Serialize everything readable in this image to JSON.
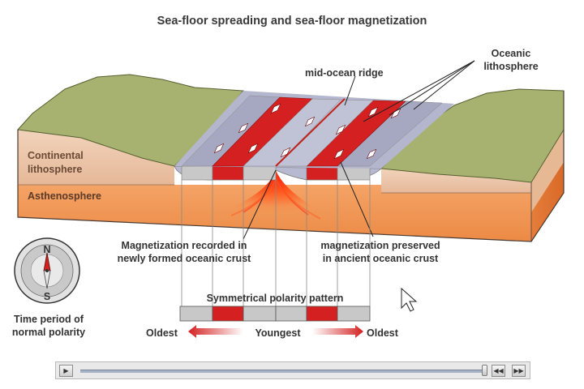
{
  "title": "Sea-floor spreading and sea-floor magnetization",
  "labels": {
    "mid_ocean_ridge": "mid-ocean ridge",
    "oceanic_lithosphere": [
      "Oceanic",
      "lithosphere"
    ],
    "continental_lithosphere": [
      "Continental",
      "lithosphere"
    ],
    "asthenosphere": "Asthenosphere",
    "magnetization_recorded": [
      "Magnetization recorded in",
      "newly formed oceanic crust"
    ],
    "magnetization_preserved": [
      "magnetization preserved",
      "in ancient oceanic crust"
    ],
    "symmetrical_pattern": "Symmetrical polarity pattern",
    "oldest_left": "Oldest",
    "youngest": "Youngest",
    "oldest_right": "Oldest",
    "compass_n": "N",
    "compass_s": "S",
    "legend": [
      "Time period of",
      "normal polarity"
    ]
  },
  "icons": {
    "compass": "compass-icon",
    "play": "play-icon",
    "rewind": "rewind-icon",
    "fast_forward": "fast-forward-icon",
    "cursor": "mouse-pointer-icon"
  },
  "colors": {
    "normal_polarity": "#d42020",
    "reversed_polarity": "#c8c8c8",
    "continental_top": "#a8b270",
    "continental_side": "#e9c4a6",
    "asthenosphere": "#f29a55",
    "ocean_crust": "#a5a8c0"
  },
  "player": {
    "progress": 0.97
  }
}
